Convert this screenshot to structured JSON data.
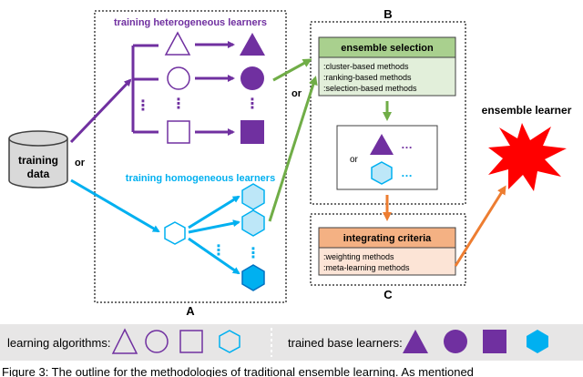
{
  "labels": {
    "heterogeneous": "training heterogeneous learners",
    "homogeneous": "training homogeneous learners",
    "or_left": "or",
    "or_mid": "or",
    "or_inner": "or",
    "dots": "⋮",
    "dots_h": "…",
    "region_a": "A",
    "region_b": "B",
    "region_c": "C",
    "ensemble_learner": "ensemble learner"
  },
  "training_data": {
    "line1": "training",
    "line2": "data"
  },
  "ensemble_selection": {
    "title": "ensemble selection",
    "items": [
      ":cluster-based methods",
      ":ranking-based methods",
      ":selection-based methods"
    ]
  },
  "integrating_criteria": {
    "title": "integrating criteria",
    "items": [
      ":weighting methods",
      ":meta-learning methods"
    ]
  },
  "legend": {
    "learning_algorithms": "learning algorithms:",
    "trained_base_learners": "trained base learners:"
  },
  "caption": "Figure 3: The outline for the methodologies of traditional ensemble learning. As mentioned",
  "colors": {
    "purple": "#7030A0",
    "blue": "#00B0F0",
    "green": "#70AD47",
    "orange": "#ED7D31",
    "red": "#FF0000",
    "green_fill": "#E2EFDA",
    "green_title": "#A9D08E",
    "orange_fill": "#FCE4D6",
    "orange_title": "#F4B183",
    "hex_fill": "#BDE7F8",
    "legend_bg": "#E7E6E6"
  }
}
